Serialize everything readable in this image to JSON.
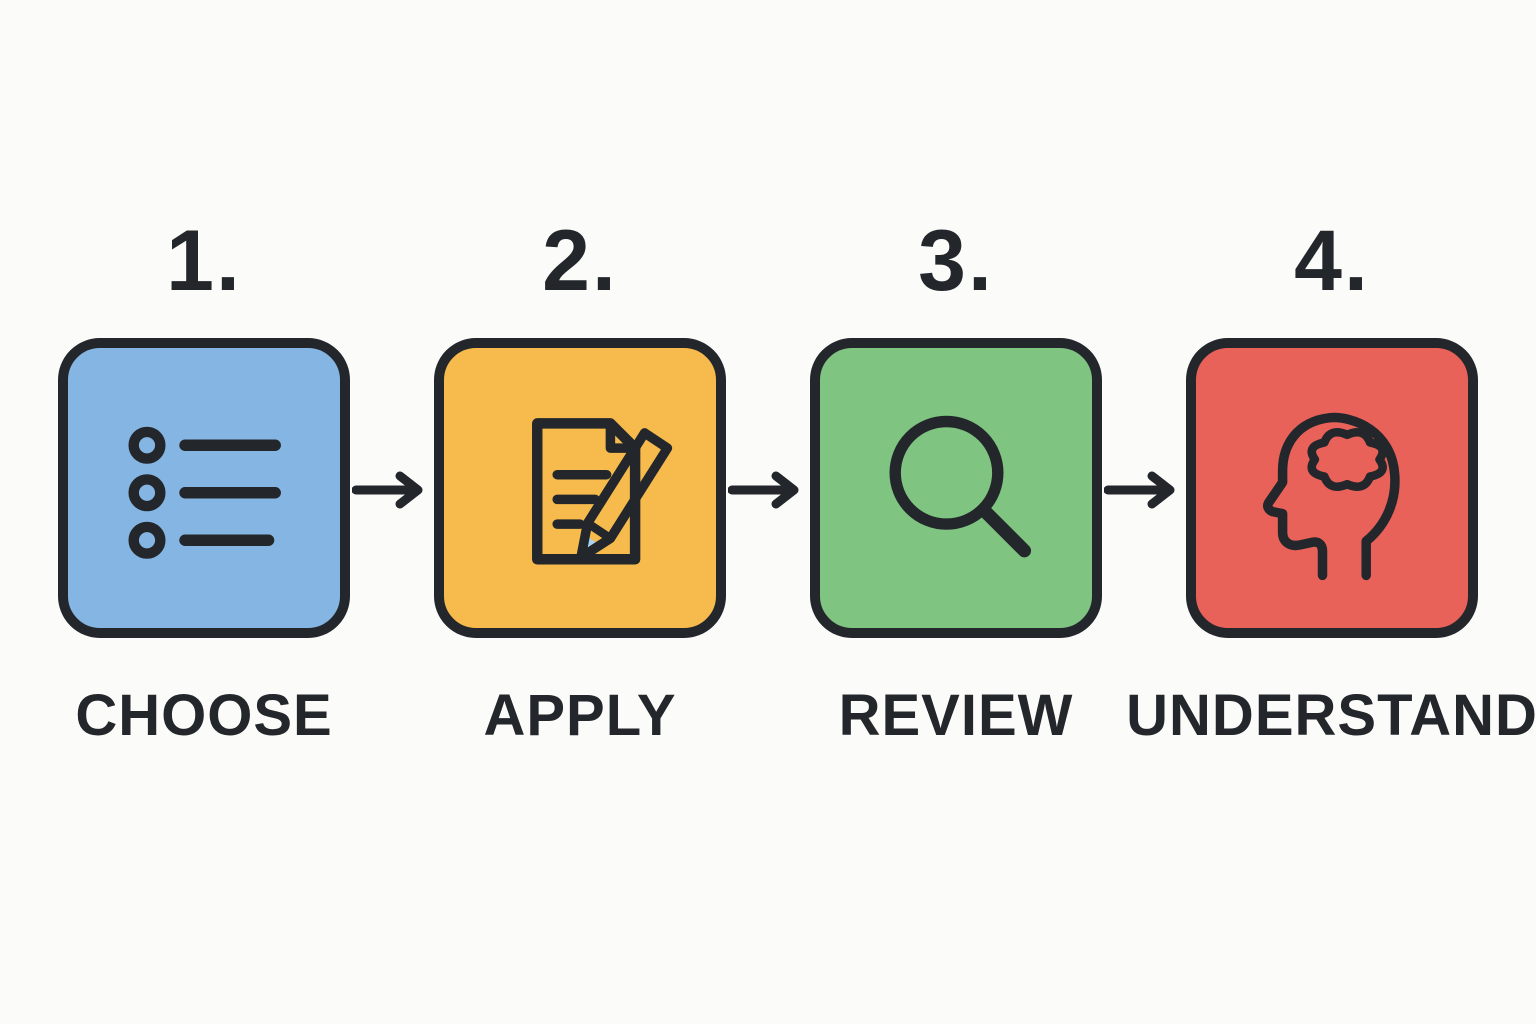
{
  "diagram": {
    "steps": [
      {
        "number": "1.",
        "label": "CHOOSE",
        "color": "#85B6E3",
        "icon": "checklist-icon"
      },
      {
        "number": "2.",
        "label": "APPLY",
        "color": "#F6BA4D",
        "icon": "document-pencil-icon"
      },
      {
        "number": "3.",
        "label": "REVIEW",
        "color": "#7FC480",
        "icon": "magnifier-icon"
      },
      {
        "number": "4.",
        "label": "UNDERSTAND",
        "color": "#E96259",
        "icon": "head-brain-icon"
      }
    ],
    "colors": {
      "outline": "#23272B",
      "background": "#FBFBF9",
      "pencil_tip": "#A9D4F0",
      "arrow": "#23272B"
    }
  }
}
